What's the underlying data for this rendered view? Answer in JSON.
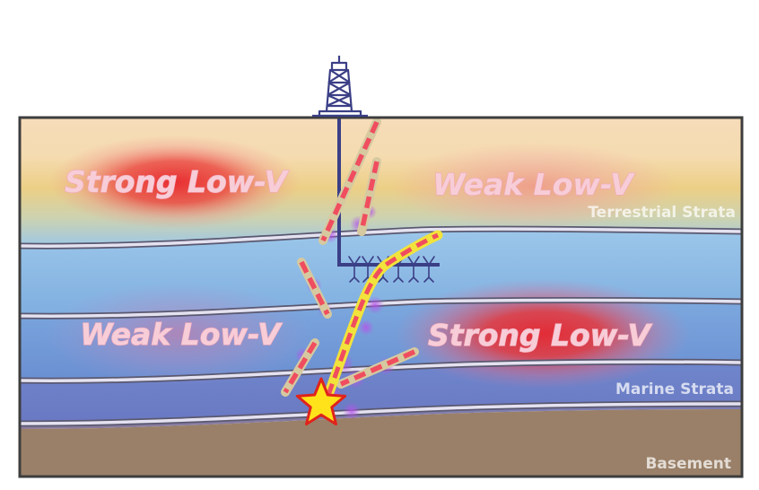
{
  "zones": {
    "upper_left": "Strong Low-V",
    "upper_right": "Weak Low-V",
    "lower_left": "Weak Low-V",
    "lower_right": "Strong Low-V"
  },
  "strata": {
    "terrestrial": "Terrestrial Strata",
    "marine": "Marine Strata",
    "basement": "Basement"
  },
  "colors": {
    "well": "#3b3f86",
    "fault_fill": "#f04d5f",
    "fault_outline": "#d6c9a0",
    "active_fault_fill": "#f1e33b",
    "star_fill": "#ffe21a",
    "star_outline": "#e0231b",
    "basement": "#9a8068"
  }
}
